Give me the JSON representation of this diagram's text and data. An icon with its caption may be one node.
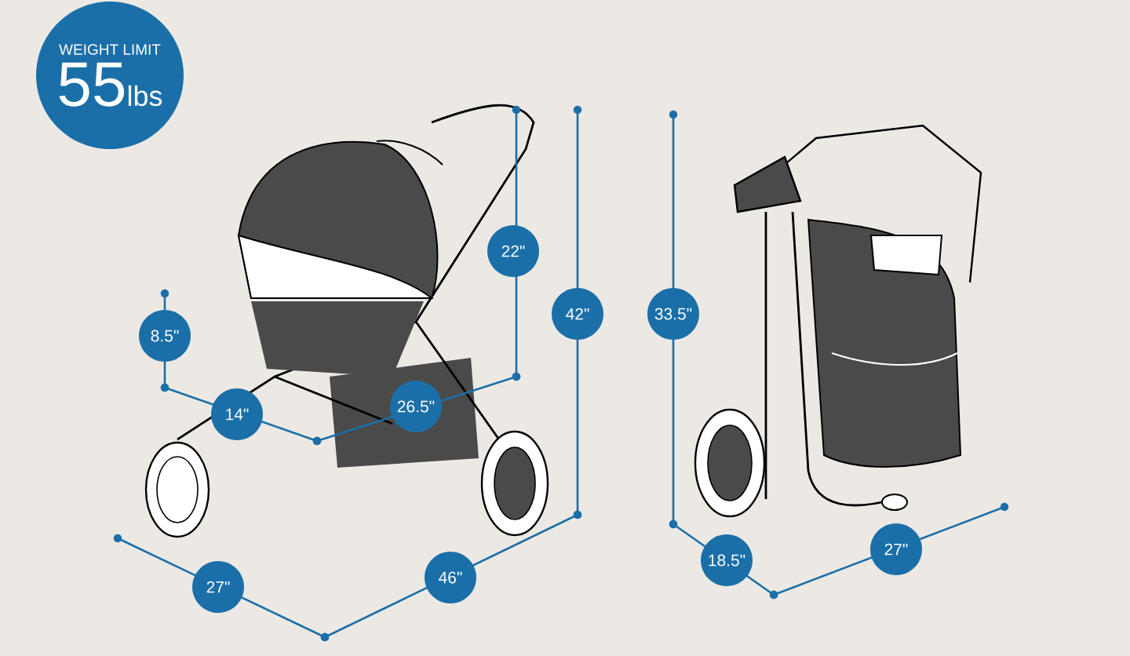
{
  "diagram": {
    "nodes": [
      {
        "text": [
          "WEIGHT LIMIT",
          "55",
          "lbs"
        ]
      }
    ],
    "labels": [
      "22\"",
      "42\"",
      "8.5\"",
      "14\"",
      "26.5\"",
      "27\"",
      "46\"",
      "33.5\"",
      "18.5\"",
      "27\""
    ]
  }
}
